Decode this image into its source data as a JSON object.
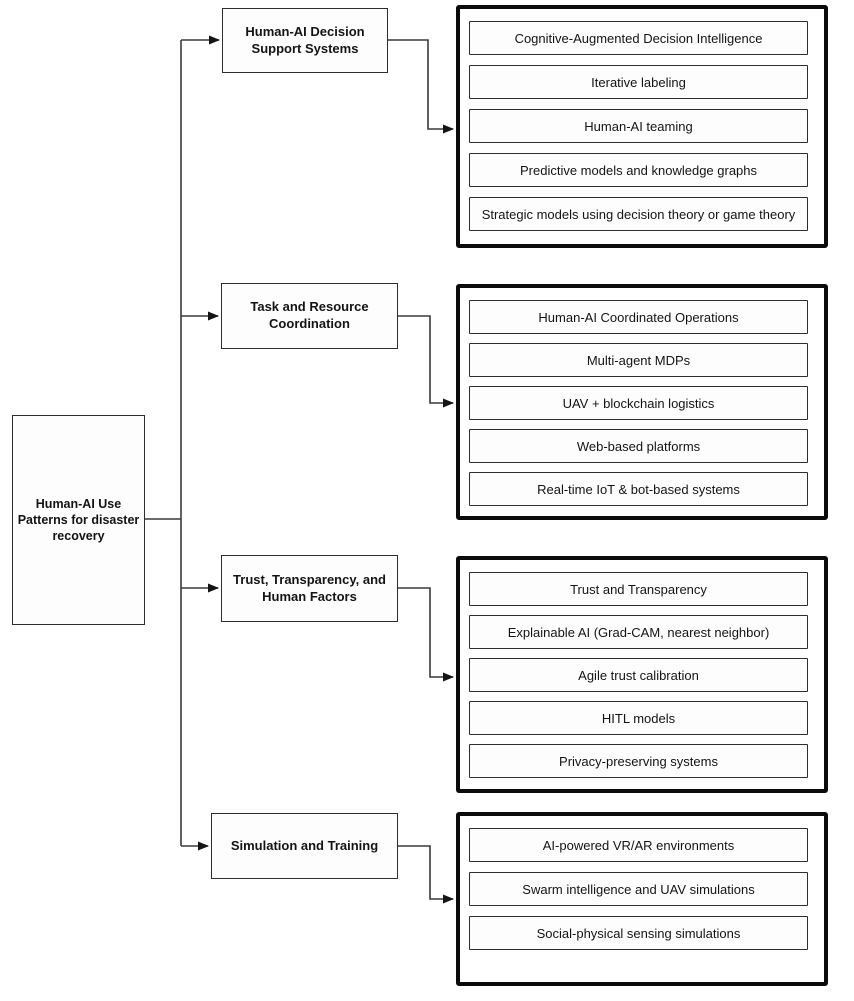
{
  "root": {
    "label": "Human-AI Use Patterns for disaster recovery"
  },
  "branches": [
    {
      "category": "Human-AI Decision Support Systems",
      "items": [
        "Cognitive-Augmented Decision Intelligence",
        "Iterative labeling",
        "Human-AI teaming",
        "Predictive models and knowledge graphs",
        "Strategic models using decision theory or game theory"
      ]
    },
    {
      "category": "Task and Resource Coordination",
      "items": [
        "Human-AI Coordinated Operations",
        "Multi-agent MDPs",
        "UAV + blockchain logistics",
        "Web-based platforms",
        "Real-time IoT & bot-based systems"
      ]
    },
    {
      "category": "Trust, Transparency, and Human Factors",
      "items": [
        "Trust and Transparency",
        "Explainable AI (Grad-CAM, nearest neighbor)",
        "Agile trust calibration",
        "HITL models",
        "Privacy-preserving systems"
      ]
    },
    {
      "category": "Simulation and Training",
      "items": [
        "AI-powered VR/AR environments",
        "Swarm intelligence and UAV simulations",
        "Social-physical sensing simulations"
      ]
    }
  ],
  "colors": {
    "background": "#ffffff",
    "text": "#141414",
    "line": "#2e2e2e",
    "connector": "#3a3a3a",
    "group_border": "#0b0b0b"
  }
}
